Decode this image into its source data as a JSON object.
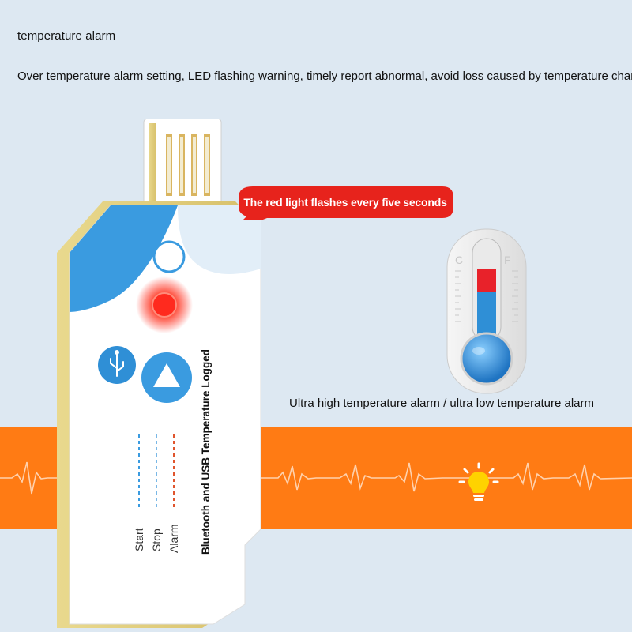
{
  "header": {
    "title": "temperature alarm",
    "description": "Over temperature alarm setting, LED flashing warning, timely report abnormal, avoid loss caused by temperature change"
  },
  "callout": {
    "text": "The red light flashes every five seconds"
  },
  "device": {
    "label": "Bluetooth and USB Temperature Logged",
    "legend": [
      "Start",
      "Stop",
      "Alarm"
    ]
  },
  "thermometer": {
    "scale_left": "C",
    "scale_right": "F"
  },
  "alarm_caption": "Ultra high temperature alarm / ultra low temperature alarm",
  "colors": {
    "background": "#dde8f2",
    "band": "#ff7b14",
    "callout": "#e7231c",
    "led_red": "#ff2a1e",
    "accent_blue": "#3a9be0",
    "mercury_red": "#e8222a",
    "mercury_blue": "#2f8fd6"
  },
  "icons": [
    "usb-icon",
    "play-triangle-icon",
    "lightbulb-icon"
  ]
}
